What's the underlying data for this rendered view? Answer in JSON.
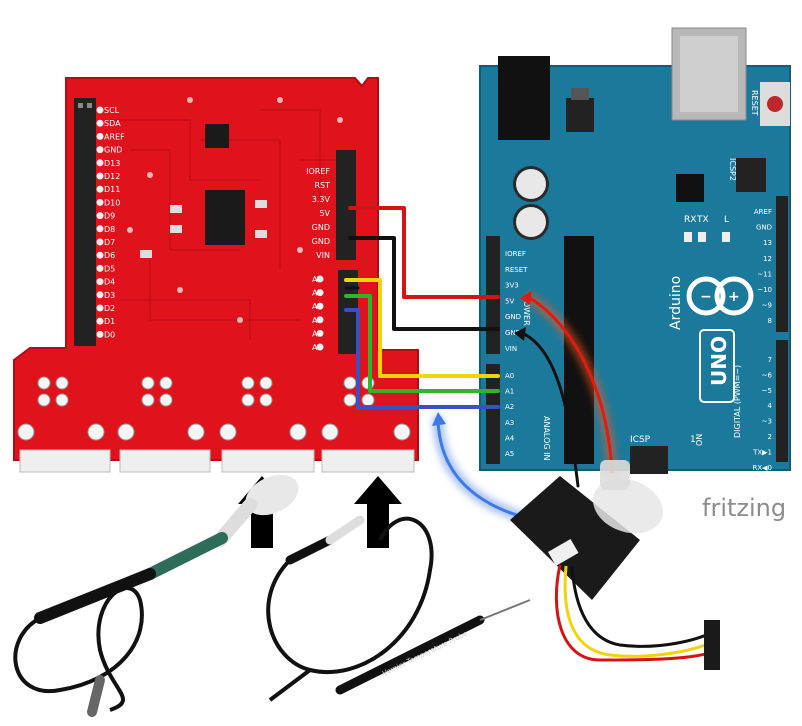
{
  "shield": {
    "left_header_labels": [
      "SCL",
      "SDA",
      "AREF",
      "GND",
      "D13",
      "D12",
      "D11",
      "D10",
      "D9",
      "D8",
      "D7",
      "D6",
      "D5",
      "D4",
      "D3",
      "D2",
      "D1",
      "D0"
    ],
    "power_labels": [
      "IOREF",
      "RST",
      "3.3V",
      "5V",
      "GND",
      "GND",
      "VIN"
    ],
    "analog_labels": [
      "A0",
      "A1",
      "A2",
      "A3",
      "A4",
      "A5"
    ],
    "board_color": "#e0121c"
  },
  "arduino": {
    "model_script": "Arduino",
    "model_badge": "UNO",
    "reset_label": "RESET",
    "icsp2_label": "ICSP2",
    "icsp_label": "ICSP",
    "icsp_one": "1",
    "on_label": "ON",
    "tx_label": "TX",
    "rx_label": "RX",
    "l_label": "L",
    "power_header_labels": [
      "IOREF",
      "RESET",
      "3V3",
      "5V",
      "GND",
      "GND",
      "VIN"
    ],
    "power_section_label": "POWER",
    "analog_header_labels": [
      "A0",
      "A1",
      "A2",
      "A3",
      "A4",
      "A5"
    ],
    "analog_section_label": "ANALOG IN",
    "digital_top_labels": [
      "AREF",
      "GND",
      "13",
      "12",
      "~11",
      "~10",
      "~9",
      "8"
    ],
    "digital_bottom_labels": [
      "7",
      "~6",
      "~5",
      "4",
      "~3",
      "2",
      "TX▶1",
      "RX◀0"
    ],
    "digital_section_label": "DIGITAL (PWM=~)",
    "board_color": "#1b7a9b"
  },
  "probe_label": "Vernier Temperature Probe",
  "watermark": "fritzing",
  "wire_colors": {
    "red": "#d41414",
    "black": "#111111",
    "yellow": "#f2d40c",
    "green": "#2fb52a",
    "blue": "#3a4fc7"
  }
}
